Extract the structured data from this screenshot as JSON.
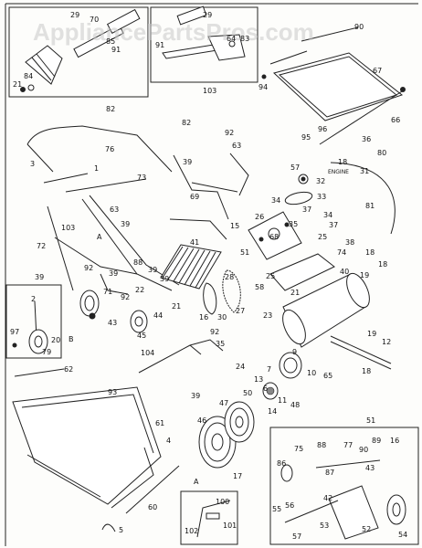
{
  "watermark": "AppliancePartsPros.com",
  "labels": {
    "p29a": "29",
    "p70": "70",
    "p85": "85",
    "p91a": "91",
    "p84a": "84",
    "p21a": "21",
    "p82": "82",
    "p29b": "29",
    "p91b": "91",
    "p64": "64",
    "p83": "83",
    "p103a": "103",
    "p90": "90",
    "p67": "67",
    "p94": "94",
    "p66": "66",
    "p3": "3",
    "p76": "76",
    "p1": "1",
    "p73": "73",
    "p82b": "82",
    "p92a": "92",
    "p63a": "63",
    "p39a": "39",
    "p69": "69",
    "p95": "95",
    "p96": "96",
    "p36": "36",
    "p80": "80",
    "p18a": "18",
    "engine": "ENGINE",
    "p31": "31",
    "p57a": "57",
    "p32": "32",
    "p81": "81",
    "p34a": "34",
    "p33": "33",
    "p37a": "37",
    "p34b": "34",
    "p37b": "37",
    "p26": "26",
    "p35a": "35",
    "p68": "68",
    "p25a": "25",
    "p103b": "103",
    "p63b": "63",
    "pA1": "A",
    "p39b": "39",
    "p72": "72",
    "p41": "41",
    "p15": "15",
    "p51a": "51",
    "p38": "38",
    "p74": "74",
    "p18b": "18",
    "p18c": "18",
    "p19a": "19",
    "p40": "40",
    "p39c": "39",
    "p92b": "92",
    "p88a": "88",
    "p39d": "39",
    "p39e": "39",
    "p28": "28",
    "p25b": "25",
    "p58": "58",
    "p71": "71",
    "p39f": "39",
    "p92c": "92",
    "p22": "22",
    "p21b": "21",
    "p16": "16",
    "p30": "30",
    "p27": "27",
    "p23": "23",
    "p21c": "21",
    "p2": "2",
    "p97": "97",
    "p79": "79",
    "p20": "20",
    "pB": "B",
    "p43a": "43",
    "p44": "44",
    "p45": "45",
    "p92d": "92",
    "p35b": "35",
    "p12": "12",
    "p19b": "19",
    "p104": "104",
    "p24": "24",
    "p9": "9",
    "p10": "10",
    "p65": "65",
    "p18d": "18",
    "p62": "62",
    "p7": "7",
    "p13": "13",
    "p6": "6",
    "p50": "50",
    "p48": "48",
    "p11": "11",
    "p39g": "39",
    "p93": "93",
    "p47": "47",
    "p14": "14",
    "p61": "61",
    "p46": "46",
    "p51b": "51",
    "p4": "4",
    "p17": "17",
    "p75": "75",
    "p88b": "88",
    "p77": "77",
    "p90b": "90",
    "p89": "89",
    "p16b": "16",
    "p86": "86",
    "p87": "87",
    "p43b": "43",
    "pA2": "A",
    "p100": "100",
    "p101": "101",
    "p102": "102",
    "p60": "60",
    "p5": "5",
    "p55": "55",
    "p56": "56",
    "p42": "42",
    "p53": "53",
    "p57b": "57",
    "p52": "52",
    "p54": "54"
  }
}
